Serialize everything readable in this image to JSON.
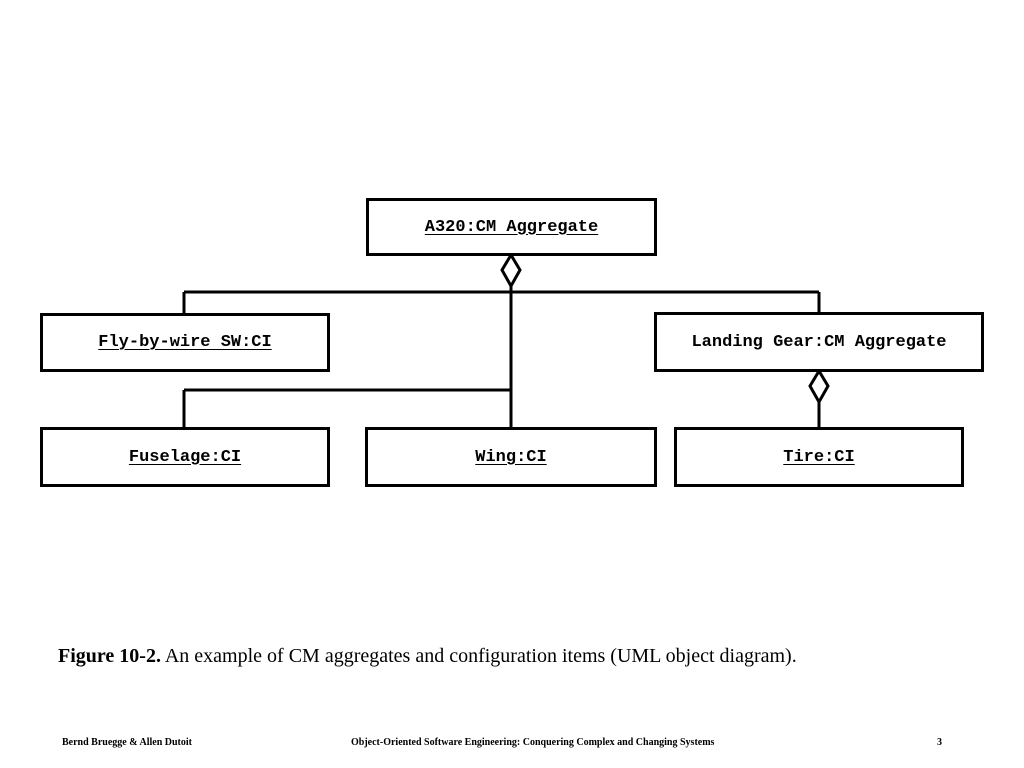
{
  "diagram": {
    "nodes": {
      "a320": {
        "label": "A320:CM Aggregate"
      },
      "fly_by_wire": {
        "label": "Fly-by-wire SW:CI"
      },
      "landing_gear": {
        "label": "Landing Gear:CM Aggregate"
      },
      "fuselage": {
        "label": "Fuselage:CI"
      },
      "wing": {
        "label": "Wing:CI"
      },
      "tire": {
        "label": "Tire:CI"
      }
    },
    "edges": [
      {
        "from": "a320",
        "to": "fly_by_wire",
        "type": "aggregation"
      },
      {
        "from": "a320",
        "to": "landing_gear",
        "type": "aggregation"
      },
      {
        "from": "a320",
        "to": "fuselage",
        "type": "aggregation"
      },
      {
        "from": "a320",
        "to": "wing",
        "type": "aggregation"
      },
      {
        "from": "landing_gear",
        "to": "tire",
        "type": "aggregation"
      }
    ]
  },
  "caption": {
    "figure_number": "Figure 10-2.",
    "text": " An example of CM aggregates and configuration items (UML object diagram)."
  },
  "footer": {
    "authors": "Bernd Bruegge & Allen Dutoit",
    "book_title": "Object-Oriented Software Engineering: Conquering Complex and Changing Systems",
    "page_number": "3"
  }
}
